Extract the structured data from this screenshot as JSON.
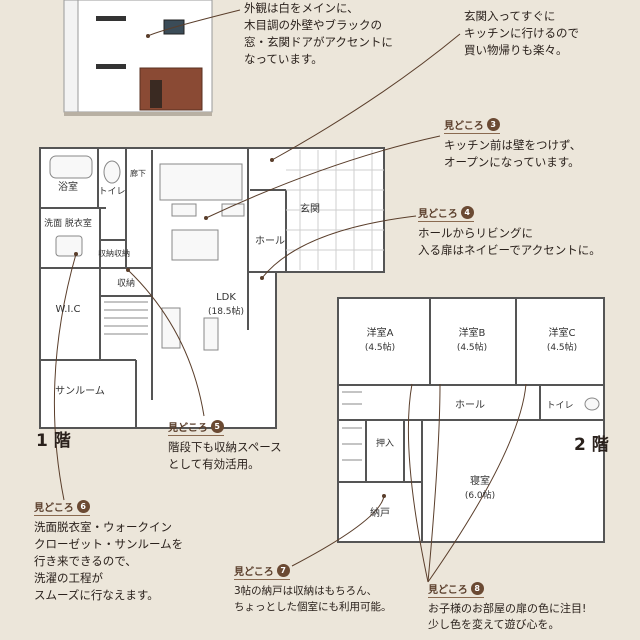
{
  "callouts": [
    {
      "id": "c1",
      "lines": [
        "外観は白をメインに、",
        "木目調の外壁やブラックの",
        "窓・玄関ドアがアクセントに",
        "なっています。"
      ]
    },
    {
      "id": "c2",
      "lines": [
        "玄関入ってすぐに",
        "キッチンに行けるので",
        "買い物帰りも楽々。"
      ]
    },
    {
      "id": "c3",
      "tag": "見どころ",
      "num": "3",
      "lines": [
        "キッチン前は壁をつけず、",
        "オープンになっています。"
      ]
    },
    {
      "id": "c4",
      "tag": "見どころ",
      "num": "4",
      "lines": [
        "ホールからリビングに",
        "入る扉はネイビーでアクセントに。"
      ]
    },
    {
      "id": "c5",
      "tag": "見どころ",
      "num": "5",
      "lines": [
        "階段下も収納スペース",
        "として有効活用。"
      ]
    },
    {
      "id": "c6",
      "tag": "見どころ",
      "num": "6",
      "lines": [
        "洗面脱衣室・ウォークイン",
        "クローゼット・サンルームを",
        "行き来できるので、",
        "洗濯の工程が",
        "スムーズに行なえます。"
      ]
    },
    {
      "id": "c7",
      "tag": "見どころ",
      "num": "7",
      "lines": [
        "3帖の納戸は収納はもちろん、",
        "ちょっとした個室にも利用可能。"
      ]
    },
    {
      "id": "c8",
      "tag": "見どころ",
      "num": "8",
      "lines": [
        "お子様のお部屋の扉の色に注目!",
        "少し色を変えて遊び心を。"
      ]
    }
  ],
  "floors": {
    "first": "1 階",
    "second": "2 階"
  },
  "rooms_first": {
    "bath": "浴室",
    "toilet": "トイレ",
    "hall_corridor": "廊下",
    "washroom": "洗面\n脱衣室",
    "storage1": "収納",
    "storage2": "収納",
    "storage3": "収納",
    "wic": "W.I.C",
    "ldk": "LDK",
    "ldk_size": "(18.5帖)",
    "hall": "ホール",
    "entrance": "玄関",
    "sunroom": "サンルーム"
  },
  "rooms_second": {
    "roomA": "洋室A",
    "roomA_size": "(4.5帖)",
    "roomB": "洋室B",
    "roomB_size": "(4.5帖)",
    "roomC": "洋室C",
    "roomC_size": "(4.5帖)",
    "hall": "ホール",
    "toilet": "トイレ",
    "closet": "押入",
    "bedroom": "寝室",
    "bedroom_size": "(6.0帖)",
    "storeroom": "納戸"
  }
}
